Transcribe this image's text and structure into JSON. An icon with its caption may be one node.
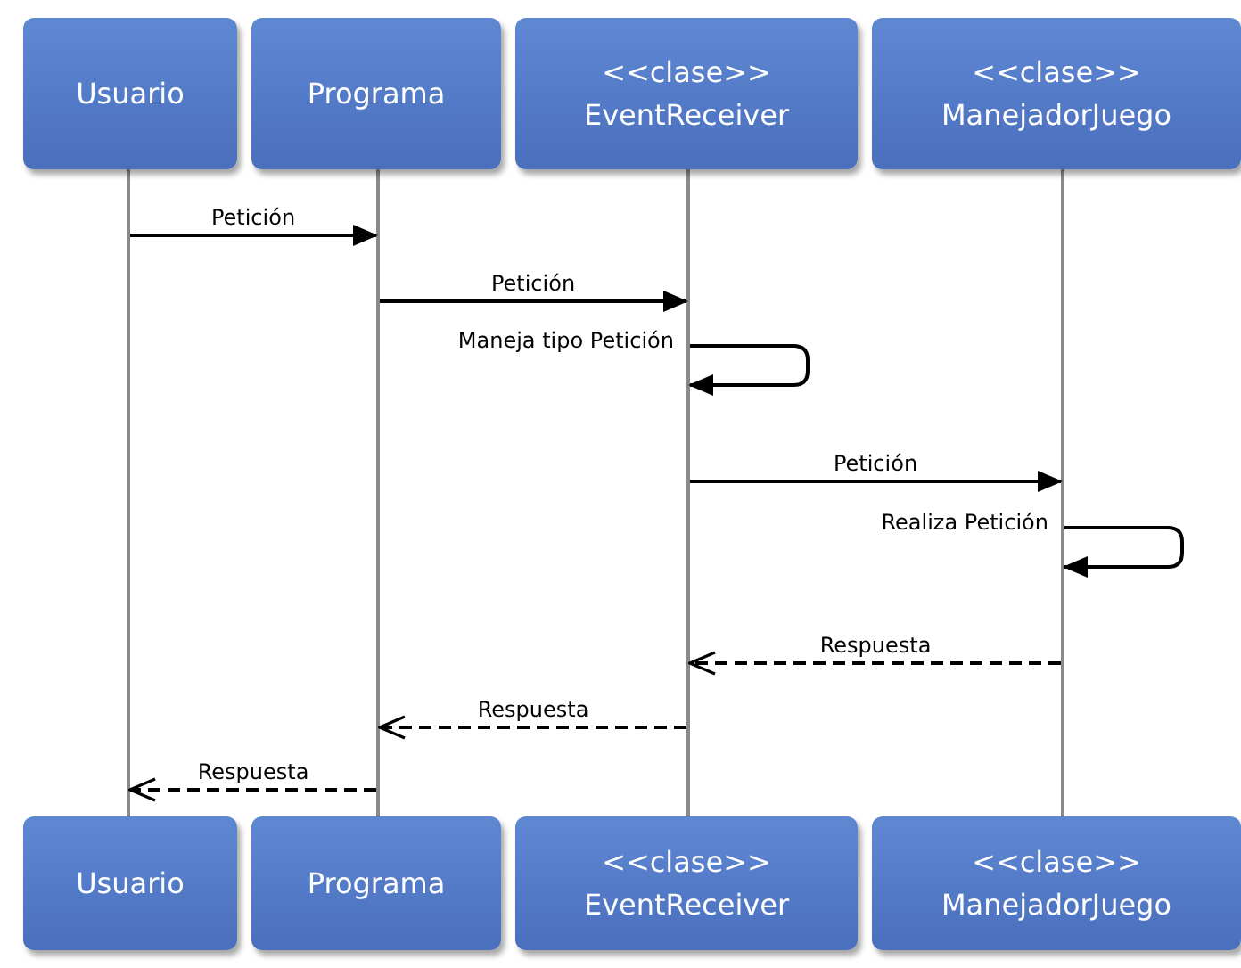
{
  "diagram": {
    "nodes": [
      {
        "text": [
          "Usuario"
        ]
      },
      {
        "text": [
          "Programa"
        ]
      },
      {
        "text": [
          "<<clase>>",
          "EventReceiver"
        ]
      },
      {
        "text": [
          "<<clase>>",
          "ManejadorJuego"
        ]
      },
      {
        "text": [
          "Usuario"
        ]
      },
      {
        "text": [
          "Programa"
        ]
      },
      {
        "text": [
          "<<clase>>",
          "EventReceiver"
        ]
      },
      {
        "text": [
          "<<clase>>",
          "ManejadorJuego"
        ]
      },
      {
        "text": [],
        "shape": "bar"
      },
      {
        "text": [],
        "shape": "bar"
      },
      {
        "text": [],
        "shape": "bar"
      },
      {
        "text": [],
        "shape": "bar"
      }
    ],
    "edges": [
      {
        "from": 8,
        "to": 9,
        "arrow": "to",
        "label": "Petición"
      },
      {
        "from": 9,
        "to": 10,
        "arrow": "to",
        "label": "Petición"
      },
      {
        "from": 10,
        "to": 10,
        "arrow": "to",
        "label": "Maneja tipo Petición"
      },
      {
        "from": 10,
        "to": 11,
        "arrow": "to",
        "label": "Petición"
      },
      {
        "from": 11,
        "to": 11,
        "arrow": "to",
        "label": "Realiza Petición"
      },
      {
        "from": 11,
        "to": 10,
        "arrow": "to",
        "label": "Respuesta",
        "style": "dashed"
      },
      {
        "from": 10,
        "to": 9,
        "arrow": "to",
        "label": "Respuesta",
        "style": "dashed"
      },
      {
        "from": 9,
        "to": 8,
        "arrow": "to",
        "label": "Respuesta",
        "style": "dashed"
      }
    ]
  }
}
